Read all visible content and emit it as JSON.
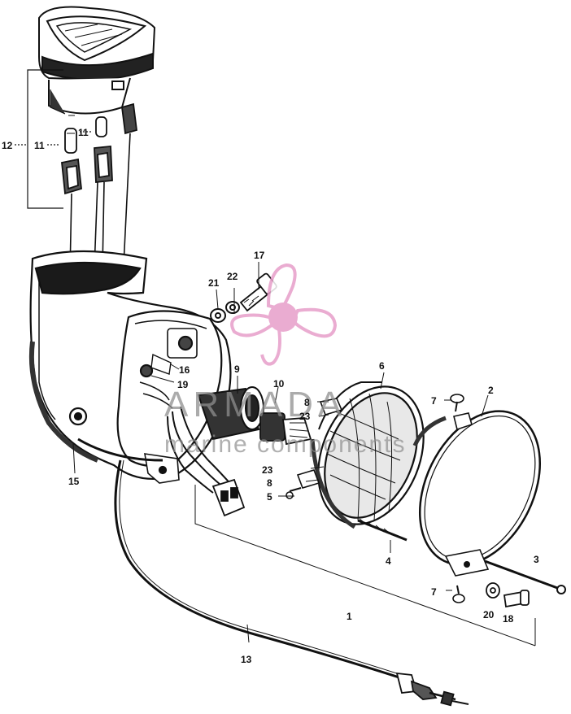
{
  "callouts": {
    "c1": "1",
    "c2": "2",
    "c3": "3",
    "c4": "4",
    "c5": "5",
    "c6": "6",
    "c7a": "7",
    "c7b": "7",
    "c8a": "8",
    "c8b": "8",
    "c9": "9",
    "c10": "10",
    "c11a": "11",
    "c11b": "11",
    "c12": "12",
    "c13": "13",
    "c15": "15",
    "c16": "16",
    "c17": "17",
    "c18": "18",
    "c19": "19",
    "c20": "20",
    "c21": "21",
    "c22": "22",
    "c23a": "23",
    "c23b": "23"
  },
  "watermark": {
    "brand": "ARMADA",
    "tagline": "marine components"
  },
  "colors": {
    "ink": "#111111",
    "shade": "#3a3a3a",
    "watermark_pink": "#e79ec9",
    "watermark_gray": "#8f8f8f"
  }
}
